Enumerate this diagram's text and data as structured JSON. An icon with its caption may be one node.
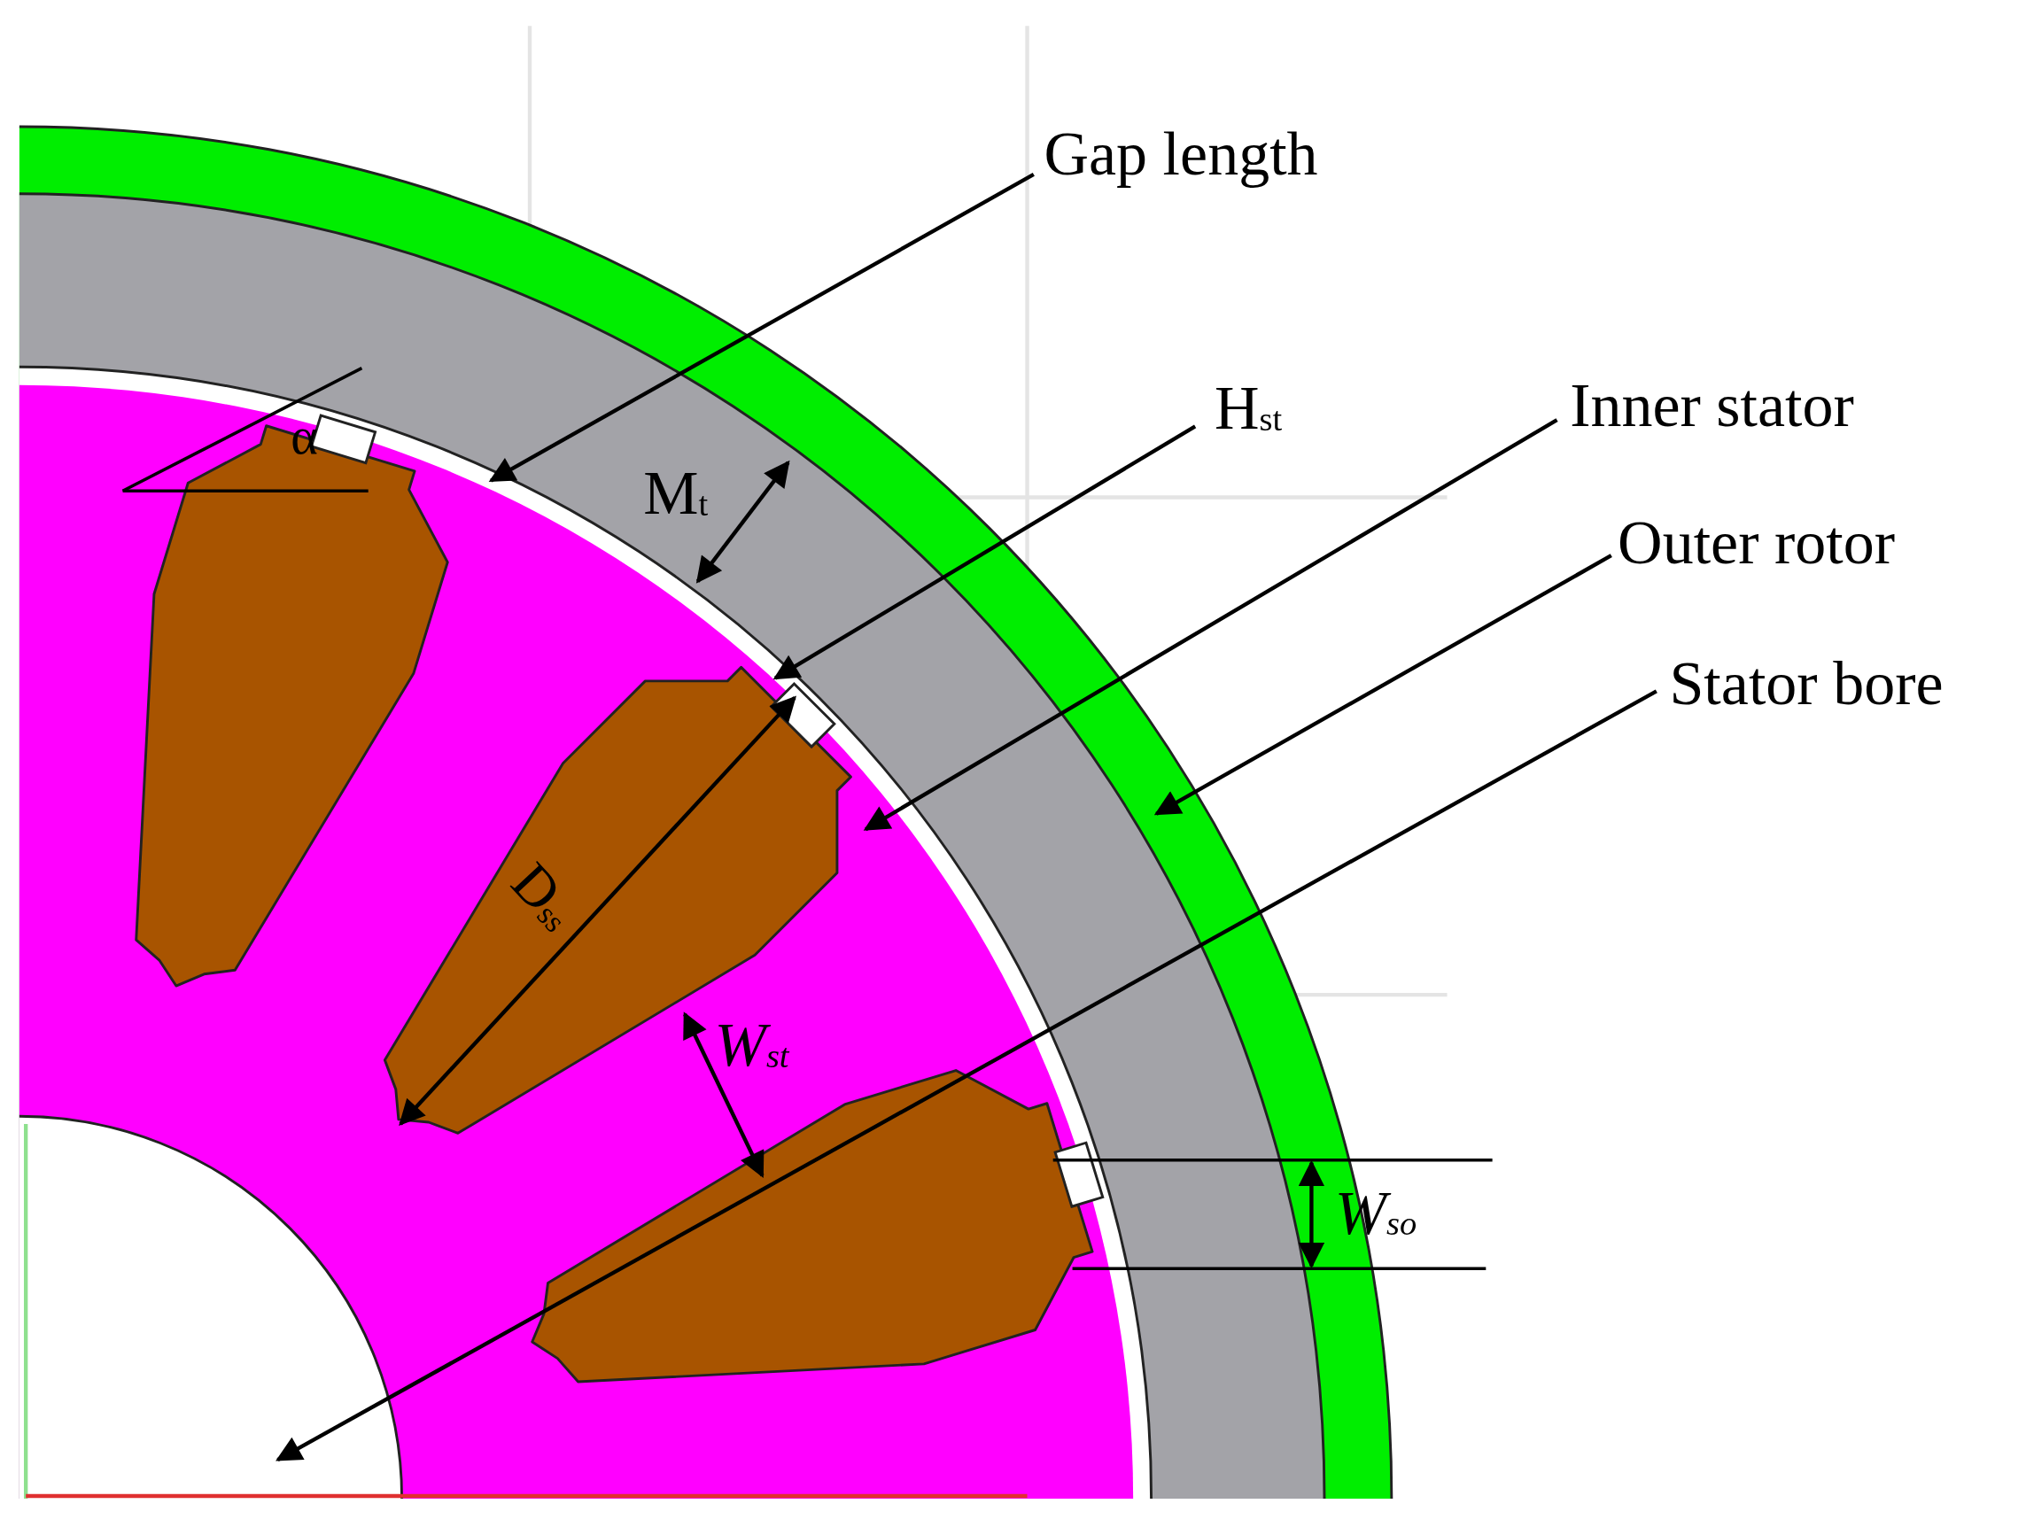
{
  "diagram": {
    "nodes": [
      {
        "text": [
          "Gap length"
        ]
      },
      {
        "text": [
          "H$_{st}$"
        ]
      },
      {
        "text": [
          "Inner stator"
        ]
      },
      {
        "text": [
          "Outer rotor"
        ]
      },
      {
        "text": [
          "Stator bore"
        ]
      }
    ],
    "edges": [
      {
        "from": 0,
        "to": null,
        "arrow": "to"
      },
      {
        "from": 1,
        "to": null,
        "arrow": "to"
      },
      {
        "from": 2,
        "to": null,
        "arrow": "to"
      },
      {
        "from": 3,
        "to": null,
        "arrow": "to"
      },
      {
        "from": 4,
        "to": null,
        "arrow": "to"
      }
    ],
    "labels": [
      "α",
      "M$_{t}$",
      "D$_{ss}$",
      "W$_{st}$",
      "W$_{so}$"
    ]
  }
}
